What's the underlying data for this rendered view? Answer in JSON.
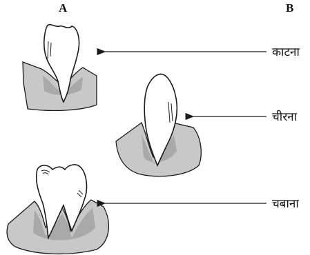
{
  "columns": {
    "a": "A",
    "b": "B"
  },
  "labels": [
    {
      "text": "काटना"
    },
    {
      "text": "चीरना"
    },
    {
      "text": "चबाना"
    }
  ],
  "colors": {
    "gum": "#c8c8c8",
    "gum_shadow": "#a9a9a9",
    "outline": "#1a1a1a",
    "tooth": "#ffffff"
  }
}
